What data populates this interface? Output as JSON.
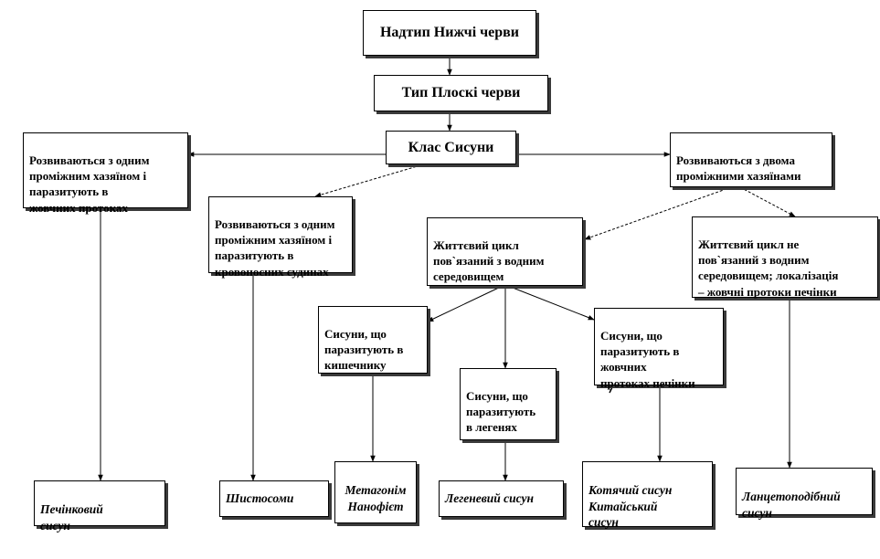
{
  "nodes": {
    "phylum_super": "Надтип Нижчі черви",
    "phylum": "Тип Плоскі черви",
    "class": "Клас Сисуни",
    "one_host_liver": "Розвиваються з одним\nпроміжним хазяїном  і\nпаразитують в\nжовчних протоках",
    "one_host_blood": "Розвиваються з одним\nпроміжним хазяїном  і\nпаразитують в\nкровоносних судинах",
    "two_hosts": "Розвиваються з двома\nпроміжними хазяїнами",
    "water_cycle": "Життєвий цикл\nпов`язаний з водним\nсередовищем",
    "no_water_cycle": "Життєвий цикл  не\nпов`язаний з водним\nсередовищем; локалізація\n– жовчні протоки печінки",
    "intestine": "Сисуни, що\nпаразитують в\nкишечнику",
    "lungs": "Сисуни, що\nпаразитують\nв легенях",
    "bile_ducts": "Сисуни, що\nпаразитують в\nжовчних\nпротоках печінки",
    "leaf_liver": "Печінковий\nсисун",
    "leaf_schisto": "Шистосоми",
    "leaf_intestine": "Метагонім\nНанофієт",
    "leaf_lung": "Легеневий сисун",
    "leaf_cat": "Котячий сисун\nКитайський\nсисун",
    "leaf_lancet": "Ланцетоподібний\nсисун"
  }
}
